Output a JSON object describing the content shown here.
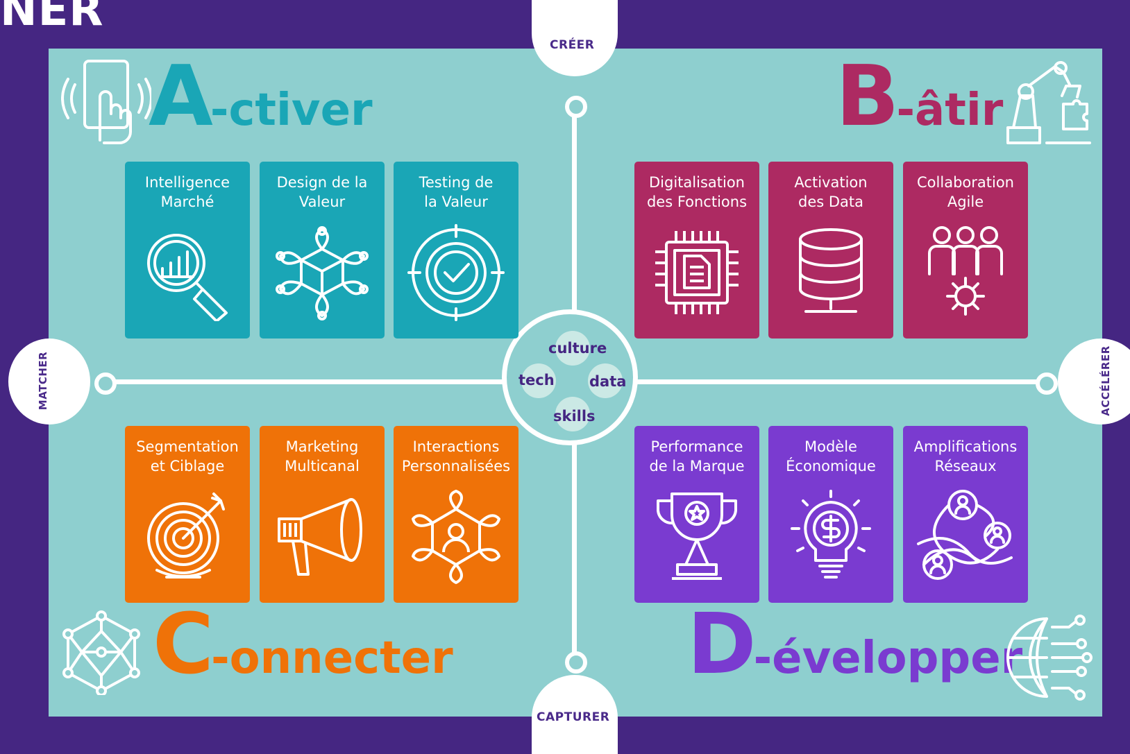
{
  "header": {
    "partial_word": "NER"
  },
  "axes": {
    "top": "CRÉER",
    "bottom": "CAPTURER",
    "left": "MATCHER",
    "right": "ACCÉLÉRER"
  },
  "hub": {
    "words": [
      "culture",
      "tech",
      "data",
      "skills"
    ]
  },
  "quadrants": {
    "a": {
      "letter": "A",
      "rest": "-ctiver",
      "color": "#1aa6b6",
      "cards": [
        {
          "label": "Intelligence\nMarché",
          "icon": "magnifier-chart-icon"
        },
        {
          "label": "Design de la\nValeur",
          "icon": "cube-network-icon"
        },
        {
          "label": "Testing de\nla Valeur",
          "icon": "check-target-icon"
        }
      ]
    },
    "b": {
      "letter": "B",
      "rest": "-âtir",
      "color": "#ad2a62",
      "cards": [
        {
          "label": "Digitalisation\ndes Fonctions",
          "icon": "chip-document-icon"
        },
        {
          "label": "Activation\ndes Data",
          "icon": "database-icon"
        },
        {
          "label": "Collaboration\nAgile",
          "icon": "team-gear-icon"
        }
      ]
    },
    "c": {
      "letter": "C",
      "rest": "-onnecter",
      "color": "#ef7208",
      "cards": [
        {
          "label": "Segmentation\net Ciblage",
          "icon": "target-arrow-icon"
        },
        {
          "label": "Marketing\nMulticanal",
          "icon": "megaphone-icon"
        },
        {
          "label": "Interactions\nPersonnalisées",
          "icon": "person-network-icon"
        }
      ]
    },
    "d": {
      "letter": "D",
      "rest": "-évelopper",
      "color": "#7a3bd0",
      "cards": [
        {
          "label": "Performance\nde la Marque",
          "icon": "trophy-star-icon"
        },
        {
          "label": "Modèle\nÉconomique",
          "icon": "bulb-dollar-icon"
        },
        {
          "label": "Amplifications\nRéseaux",
          "icon": "people-network-icon"
        }
      ]
    }
  },
  "colors": {
    "background": "#452682",
    "panel": "#8ecfcf",
    "hub_text": "#452682"
  }
}
